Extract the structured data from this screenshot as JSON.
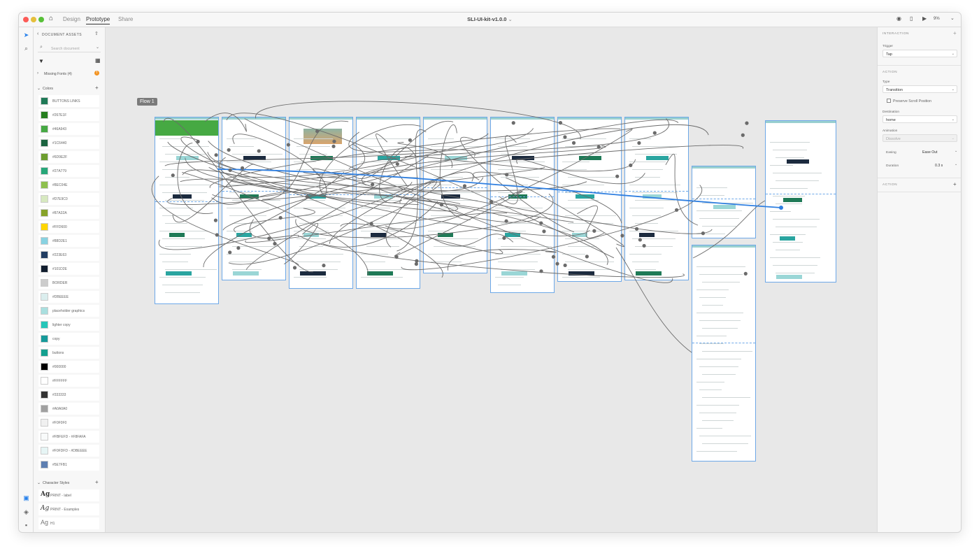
{
  "titlebar": {
    "tabs": [
      "Design",
      "Prototype",
      "Share"
    ],
    "active_tab": "Prototype",
    "doc_title": "SLI-UI-kit-v1.0.0",
    "zoom": "9%"
  },
  "assets_panel": {
    "title": "DOCUMENT ASSETS",
    "search_placeholder": "Search document",
    "missing_fonts": "Missing Fonts (4)",
    "colors_title": "Colors",
    "colors": [
      {
        "label": "BUTTONS LINKS",
        "hex": "#1F7A57"
      },
      {
        "label": "#267E1F",
        "hex": "#267E1F"
      },
      {
        "label": "#46A943",
        "hex": "#46A943"
      },
      {
        "label": "#1C6440",
        "hex": "#1C6440"
      },
      {
        "label": "#6D9E2F",
        "hex": "#6D9E2F"
      },
      {
        "label": "#27A779",
        "hex": "#27A779"
      },
      {
        "label": "#8EC04E",
        "hex": "#8EC04E"
      },
      {
        "label": "#D7E9C0",
        "hex": "#D7E9C0"
      },
      {
        "label": "#87A32A",
        "hex": "#87A32A"
      },
      {
        "label": "#FFD600",
        "hex": "#FFD600"
      },
      {
        "label": "#88D2E1",
        "hex": "#88D2E1"
      },
      {
        "label": "#223E63",
        "hex": "#223E63"
      },
      {
        "label": "#101D2E",
        "hex": "#101D2E"
      },
      {
        "label": "BORDER",
        "hex": "#CCCCCC"
      },
      {
        "label": "#DBEEEE",
        "hex": "#DBEEEE"
      },
      {
        "label": "placeholder graphics",
        "hex": "#A9DFDF"
      },
      {
        "label": "lighter copy",
        "hex": "#26C6B9"
      },
      {
        "label": "copy",
        "hex": "#169A9A"
      },
      {
        "label": "buttons",
        "hex": "#13A08F"
      },
      {
        "label": "#000000",
        "hex": "#000000"
      },
      {
        "label": "#FFFFFF",
        "hex": "#FFFFFF"
      },
      {
        "label": "#333333",
        "hex": "#333333"
      },
      {
        "label": "#A0A0A0",
        "hex": "#A0A0A0"
      },
      {
        "label": "#F0F0F0",
        "hex": "#F0F0F0"
      },
      {
        "label": "#FBFEFD - #F8FAFA",
        "hex": "#F8FAFA"
      },
      {
        "label": "#F0FDFD - #DBEEEE",
        "hex": "#E6F5F5"
      },
      {
        "label": "#5E7FB1",
        "hex": "#5E7FB1"
      }
    ],
    "char_styles_title": "Character Styles",
    "char_styles": [
      {
        "label": "PRINT - label",
        "glyph": "Ag"
      },
      {
        "label": "PRINT - Examples",
        "glyph": "Ag"
      },
      {
        "label": "H1",
        "glyph": "Ag"
      }
    ]
  },
  "canvas": {
    "flow_label": "Flow 1"
  },
  "props_panel": {
    "interaction_title": "INTERACTION",
    "trigger_label": "Trigger",
    "trigger_value": "Tap",
    "action_title": "ACTION",
    "type_label": "Type",
    "type_value": "Transition",
    "preserve_label": "Preserve Scroll Position",
    "destination_label": "Destination",
    "destination_value": "home",
    "animation_label": "Animation",
    "animation_value": "Dissolve",
    "easing_label": "Easing",
    "easing_value": "Ease Out",
    "duration_label": "Duration",
    "duration_value": "0.3 s",
    "action2_title": "ACTION"
  },
  "icons": {
    "home": "home-icon",
    "select": "select-tool-icon",
    "zoom": "zoom-tool-icon",
    "filter": "filter-icon",
    "grid": "grid-view-icon",
    "warning": "warning-icon",
    "play": "play-icon",
    "device": "device-preview-icon",
    "user": "user-icon",
    "layers": "layers-icon",
    "plugins": "plugins-icon",
    "assets": "assets-icon"
  }
}
